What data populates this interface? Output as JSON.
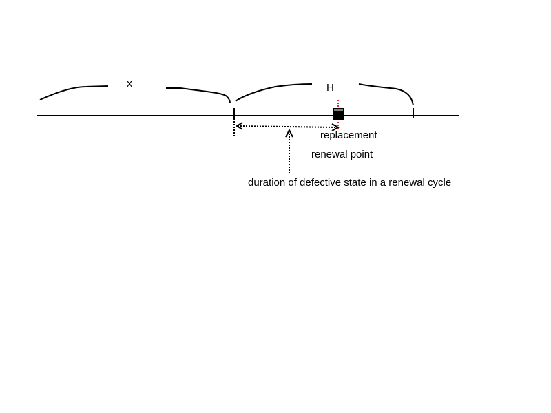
{
  "labels": {
    "x": "X",
    "h": "H",
    "replacement": "replacement",
    "renewal_point": "renewal point",
    "duration": "duration of defective state in a renewal cycle"
  },
  "colors": {
    "ink": "#000000",
    "marker": "#e03030"
  },
  "icons": {
    "replacement_marker": "filled-square-icon",
    "arrow": "dotted-arrow-icon"
  }
}
